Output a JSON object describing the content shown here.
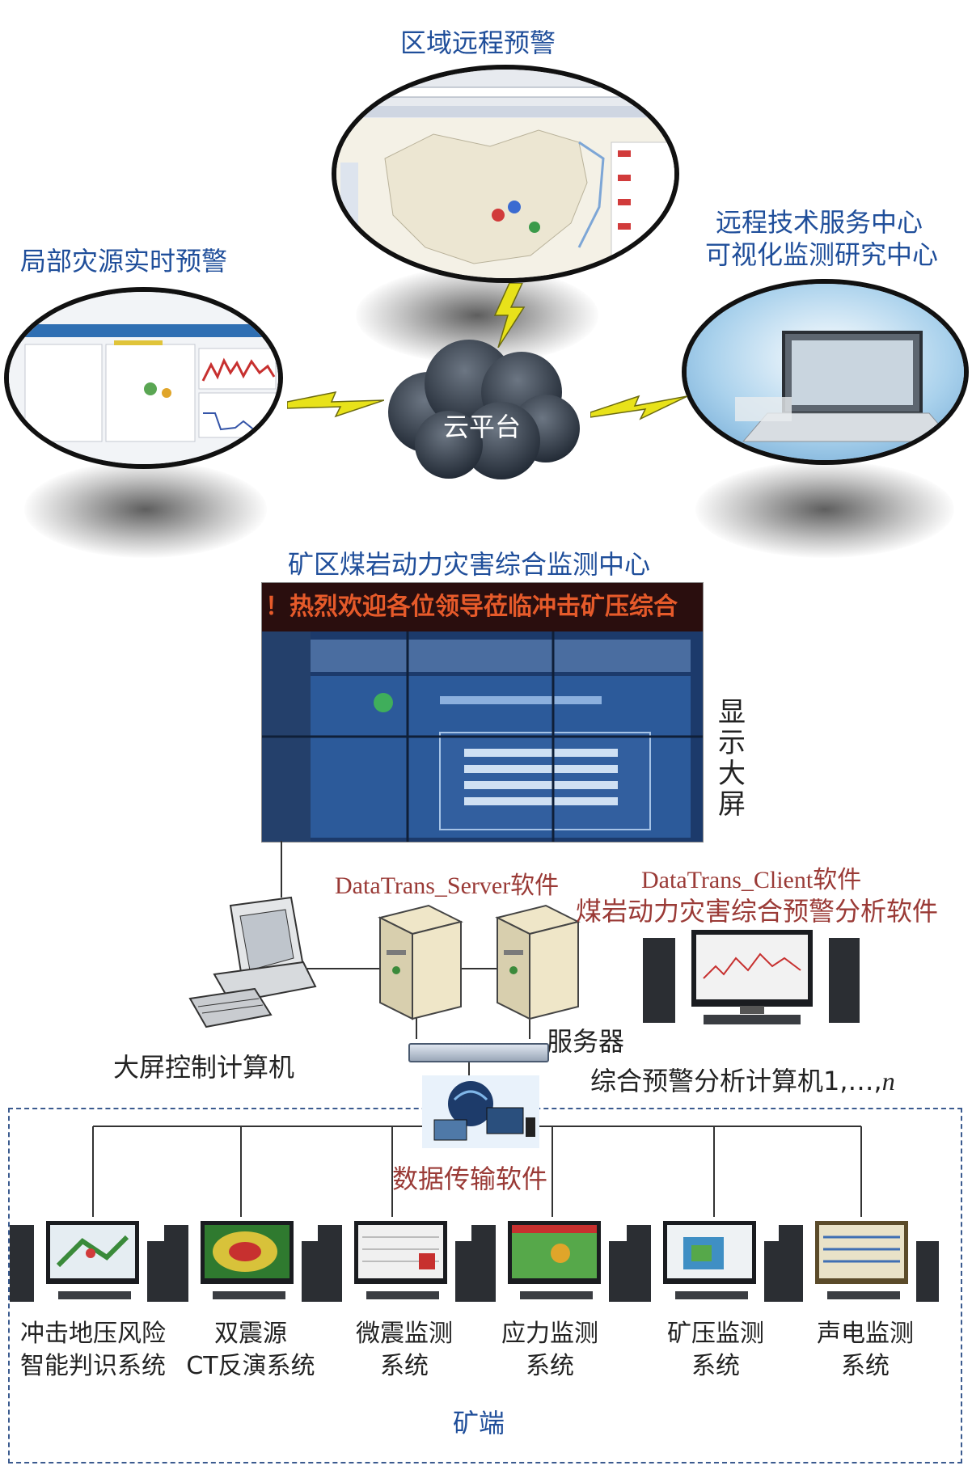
{
  "labels": {
    "regional_warning": "区域远程预警",
    "local_warning": "局部灾源实时预警",
    "remote_center_line1": "远程技术服务中心",
    "remote_center_line2": "可视化监测研究中心",
    "cloud": "云平台",
    "monitoring_center": "矿区煤岩动力灾害综合监测中心",
    "big_screen": "显示大屏",
    "big_screen_chars": [
      "显",
      "示",
      "大",
      "屏"
    ],
    "screen_banner": "！热烈欢迎各位领导莅临冲击矿压综合",
    "server_software": "DataTrans_Server软件",
    "client_software": "DataTrans_Client软件",
    "analysis_software": "煤岩动力灾害综合预警分析软件",
    "control_pc": "大屏控制计算机",
    "server": "服务器",
    "analysis_pc_prefix": "综合预警分析计算机1,…,",
    "analysis_pc_n": "n",
    "transfer_software": "数据传输软件",
    "mine_end": "矿端"
  },
  "systems": [
    {
      "line1": "冲击地压风险",
      "line2": "智能判识系统"
    },
    {
      "line1": "双震源",
      "line2": "CT反演系统"
    },
    {
      "line1": "微震监测",
      "line2": "系统"
    },
    {
      "line1": "应力监测",
      "line2": "系统"
    },
    {
      "line1": "矿压监测",
      "line2": "系统"
    },
    {
      "line1": "声电监测",
      "line2": "系统"
    }
  ],
  "colors": {
    "label_blue": "#1f4e9a",
    "label_red": "#9a3a36",
    "dashed_border": "#3b5b8f",
    "lightning": "#e8e21a"
  }
}
